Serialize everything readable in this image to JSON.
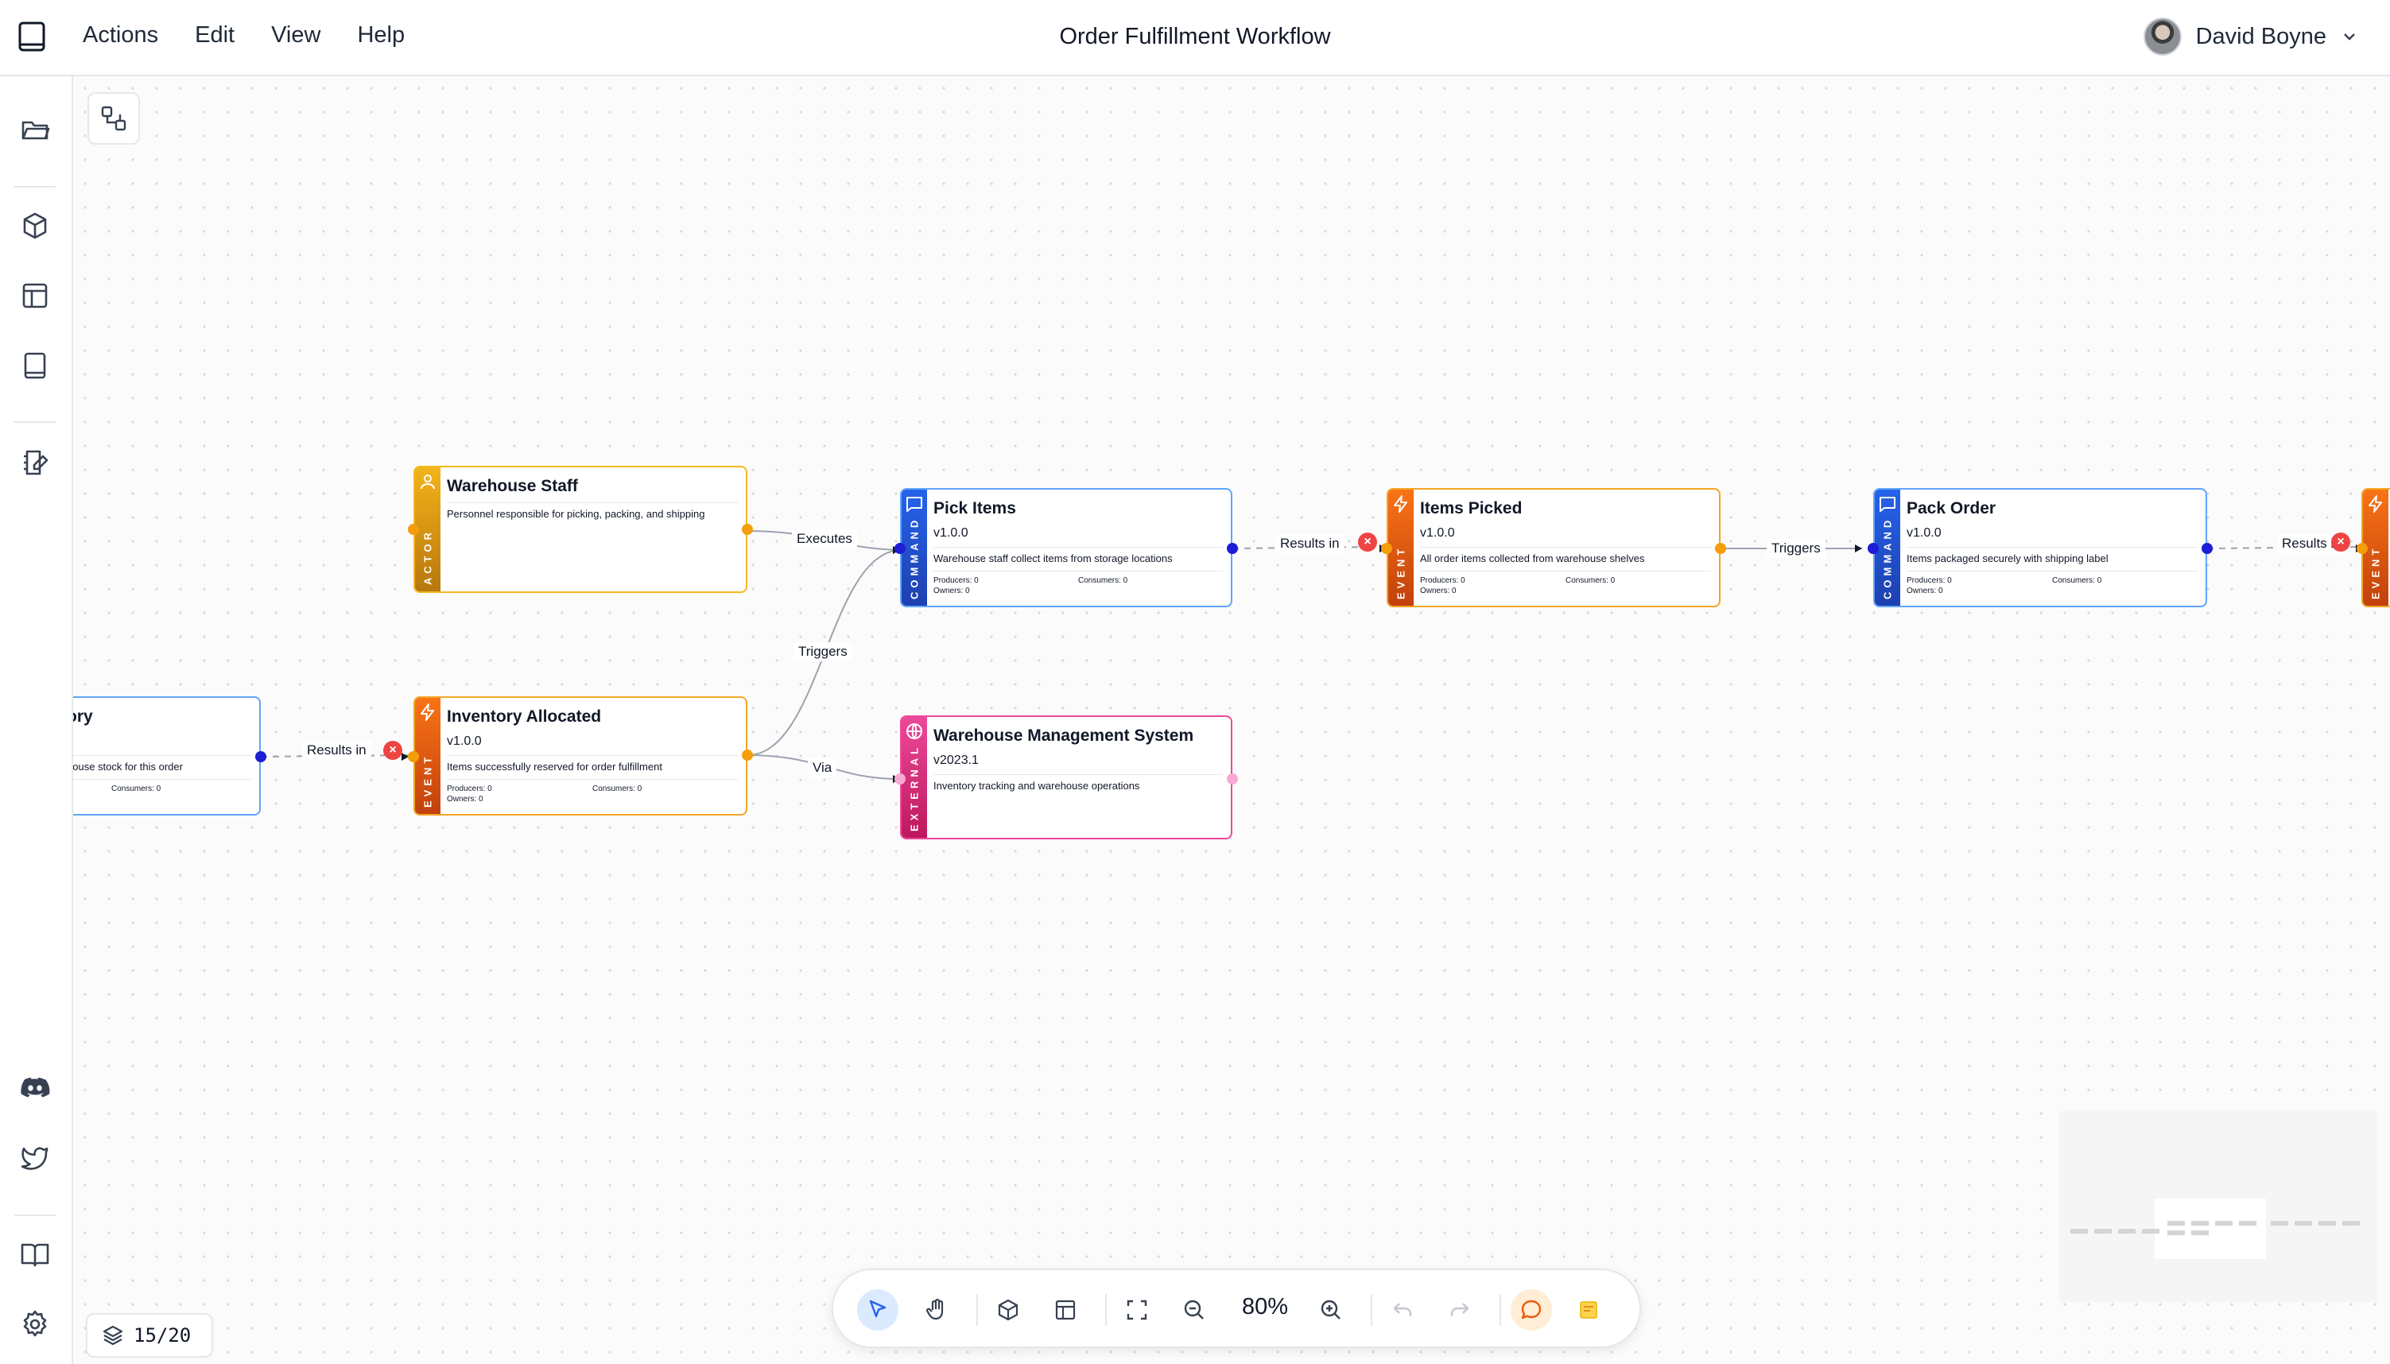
{
  "header": {
    "title": "Order Fulfillment Workflow",
    "menu": [
      "Actions",
      "Edit",
      "View",
      "Help"
    ],
    "user": {
      "name": "David Boyne"
    }
  },
  "sidebar": {
    "icons": [
      "folder-icon",
      "cube-icon",
      "layout-icon",
      "book-icon",
      "edit-notebook-icon",
      "discord-icon",
      "twitter-icon",
      "docs-icon",
      "settings-icon"
    ]
  },
  "nodes": {
    "partial": {
      "title": "ory",
      "desc": "house stock for this order",
      "consumers": "Consumers: 0"
    },
    "warehouse_staff": {
      "type": "ACTOR",
      "title": "Warehouse Staff",
      "desc": "Personnel responsible for picking, packing, and shipping"
    },
    "inventory_allocated": {
      "type": "EVENT",
      "title": "Inventory Allocated",
      "version": "v1.0.0",
      "desc": "Items successfully reserved for order fulfillment",
      "producers": "Producers: 0",
      "consumers": "Consumers: 0",
      "owners": "Owners: 0"
    },
    "pick_items": {
      "type": "COMMAND",
      "title": "Pick Items",
      "version": "v1.0.0",
      "desc": "Warehouse staff collect items from storage locations",
      "producers": "Producers: 0",
      "consumers": "Consumers: 0",
      "owners": "Owners: 0"
    },
    "wms": {
      "type": "EXTERNAL",
      "title": "Warehouse Management System",
      "version": "v2023.1",
      "desc": "Inventory tracking and warehouse operations"
    },
    "items_picked": {
      "type": "EVENT",
      "title": "Items Picked",
      "version": "v1.0.0",
      "desc": "All order items collected from warehouse shelves",
      "producers": "Producers: 0",
      "consumers": "Consumers: 0",
      "owners": "Owners: 0"
    },
    "pack_order": {
      "type": "COMMAND",
      "title": "Pack Order",
      "version": "v1.0.0",
      "desc": "Items packaged securely with shipping label",
      "producers": "Producers: 0",
      "consumers": "Consumers: 0",
      "owners": "Owners: 0"
    },
    "partial_event": {
      "type": "EVENT"
    }
  },
  "edges": {
    "results_in_1": "Results in",
    "executes": "Executes",
    "triggers_1": "Triggers",
    "via": "Via",
    "results_in_2": "Results in",
    "triggers_2": "Triggers",
    "results_in_3": "Results in",
    "error_mark": "×"
  },
  "toolbar": {
    "zoom": "80%",
    "tools": [
      "select-tool",
      "hand-tool",
      "cube-tool",
      "layout-tool",
      "fit-view",
      "zoom-out",
      "zoom-in",
      "undo",
      "redo",
      "comment",
      "sticky-note"
    ]
  },
  "layers": {
    "count": "15/20"
  },
  "colors": {
    "actor": "#f5b920",
    "event": "#f97316",
    "command": "#2563eb",
    "external": "#ec4899",
    "handle_blue": "#1d1dd6",
    "error": "#ef4444"
  }
}
